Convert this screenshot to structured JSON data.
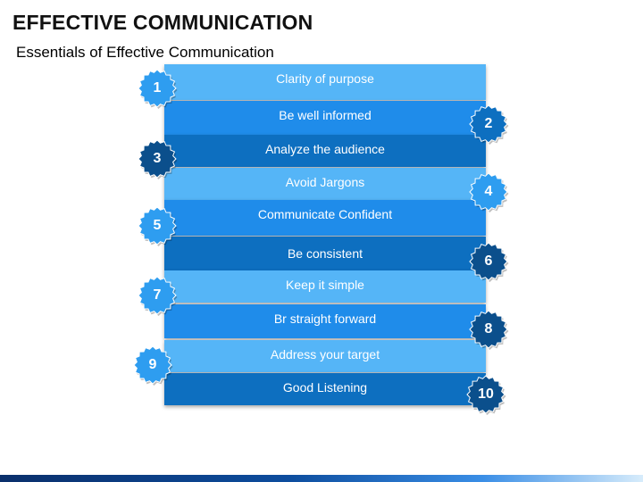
{
  "title": "EFFECTIVE COMMUNICATION",
  "subtitle": "Essentials of Effective Communication",
  "colors": {
    "light": "#41a8f4",
    "mid": "#1f8cea",
    "dark": "#0d6fc0",
    "badge_light": "#2e9df0",
    "badge_dark": "#0b4f8c"
  },
  "items": [
    {
      "number": "1",
      "label": "Clarity of purpose"
    },
    {
      "number": "2",
      "label": "Be well informed"
    },
    {
      "number": "3",
      "label": "Analyze the audience"
    },
    {
      "number": "4",
      "label": "Avoid Jargons"
    },
    {
      "number": "5",
      "label": "Communicate Confident"
    },
    {
      "number": "6",
      "label": "Be consistent"
    },
    {
      "number": "7",
      "label": "Keep it simple"
    },
    {
      "number": "8",
      "label": "Br straight forward"
    },
    {
      "number": "9",
      "label": "Address your target"
    },
    {
      "number": "10",
      "label": "Good Listening"
    }
  ]
}
